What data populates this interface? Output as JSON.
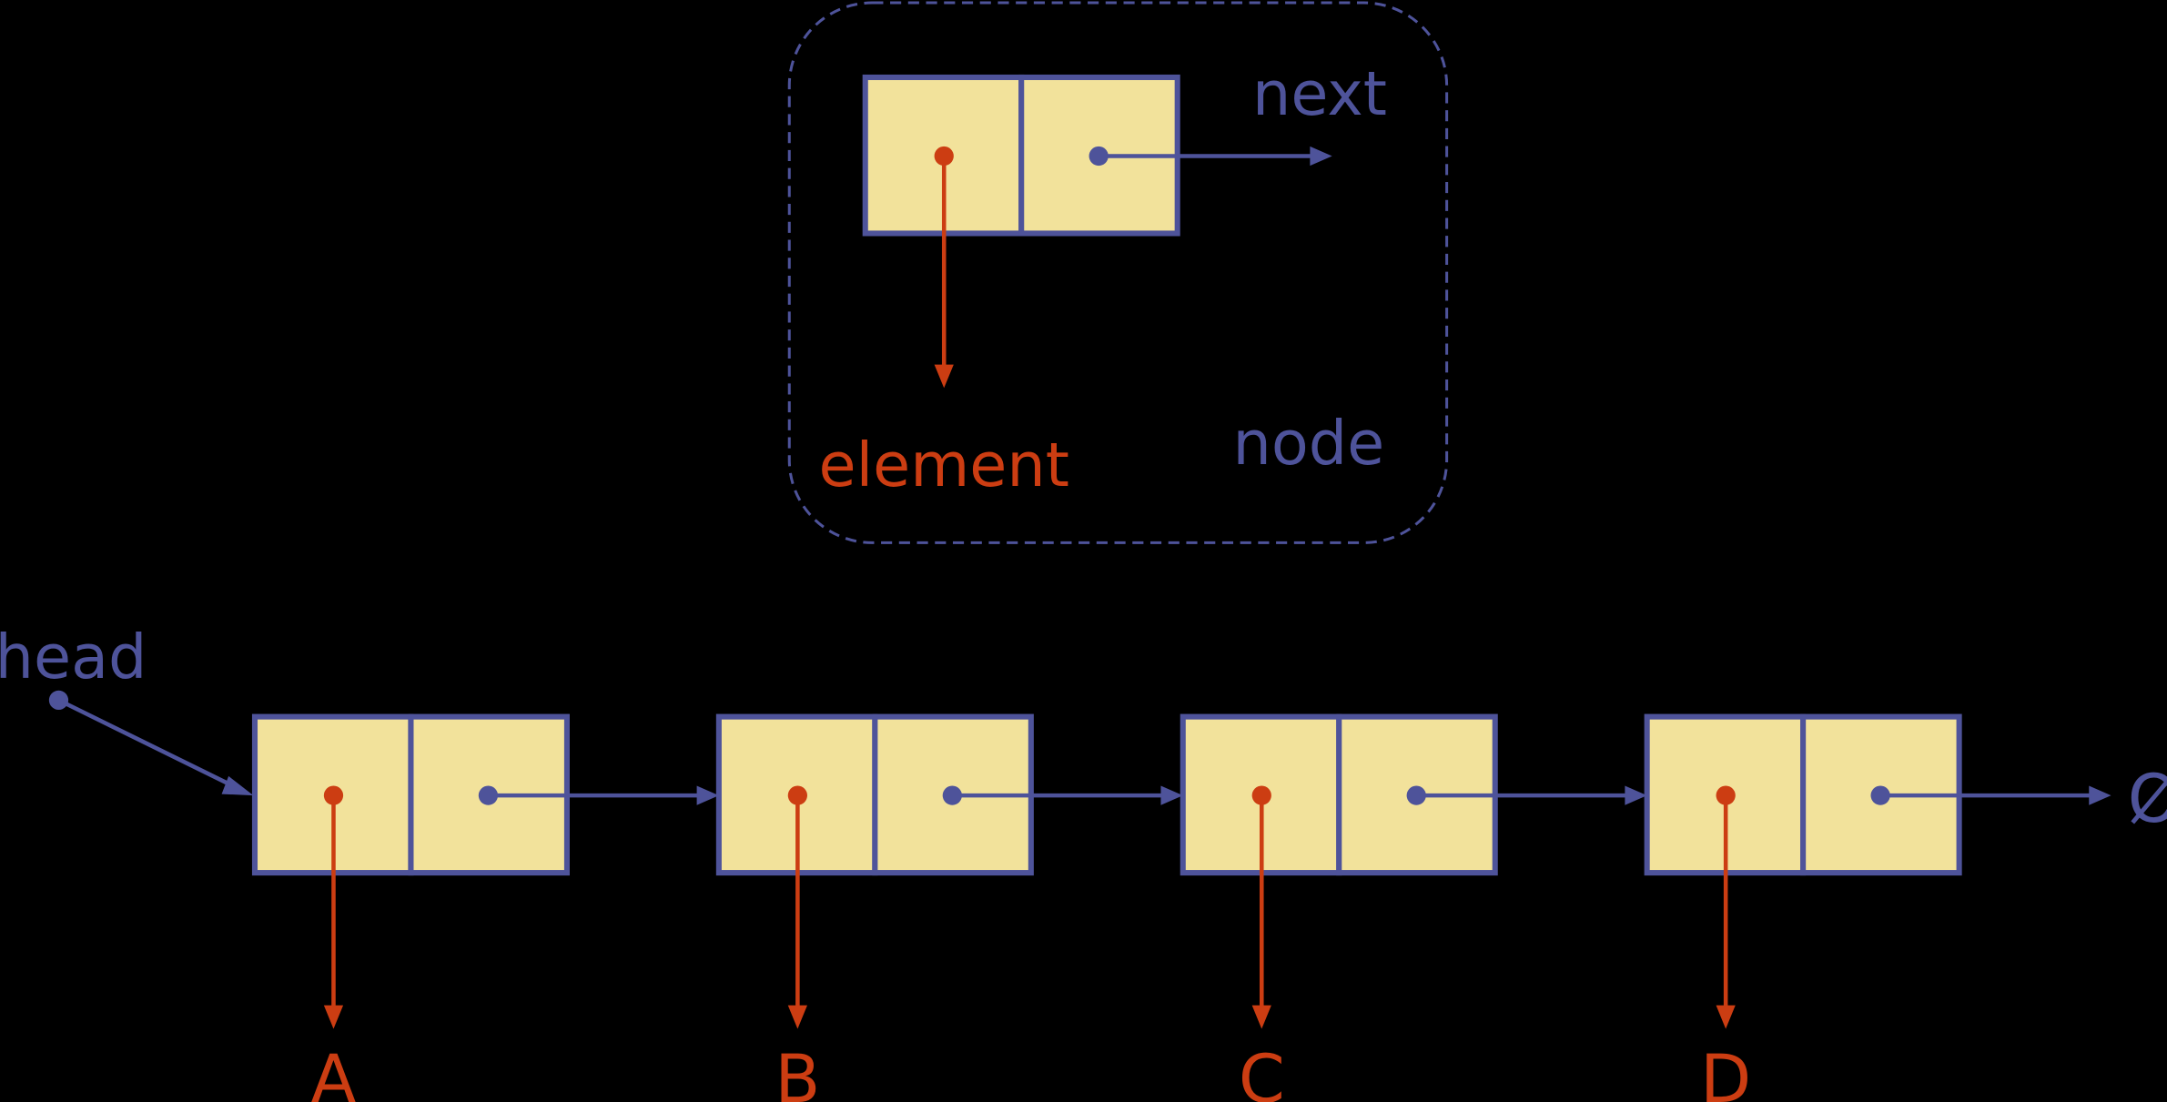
{
  "legend": {
    "next_label": "next",
    "element_label": "element",
    "node_label": "node"
  },
  "list": {
    "head_label": "head",
    "null_symbol": "Ø",
    "elements": [
      "A",
      "B",
      "C",
      "D"
    ]
  },
  "colors": {
    "background": "#000000",
    "node_fill": "#f2e29b",
    "node_border": "#4e539a",
    "link_color": "#4e539a",
    "element_color": "#cc3d12",
    "container_border": "#4e539a"
  }
}
